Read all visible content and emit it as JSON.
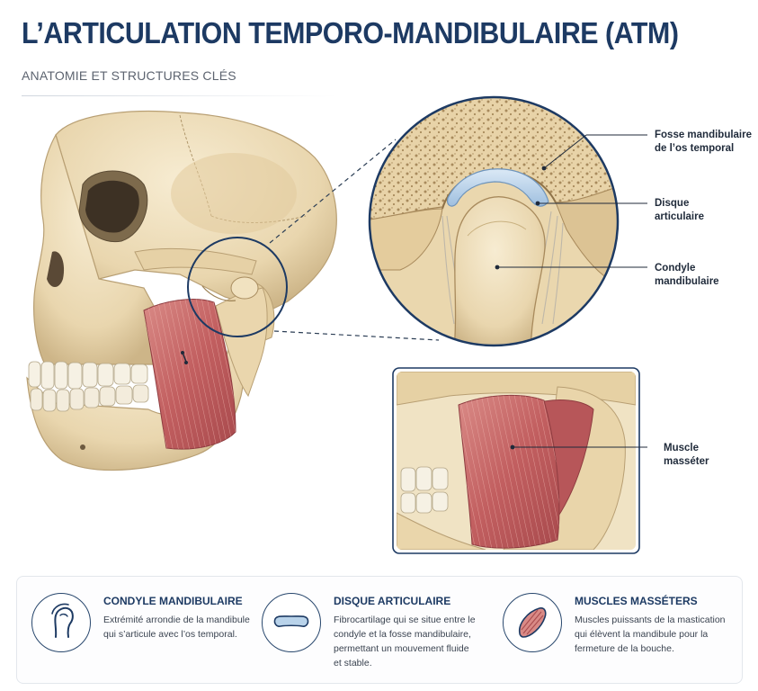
{
  "header": {
    "title": "L’ARTICULATION TEMPORO-MANDIBULAIRE (ATM)",
    "subtitle": "ANATOMIE ET STRUCTURES CLÉS"
  },
  "labels": {
    "fosse": [
      "Fosse mandibulaire",
      "de l’os temporal"
    ],
    "disque": [
      "Disque",
      "articulaire"
    ],
    "condyle": [
      "Condyle",
      "mandibulaire"
    ],
    "muscle": [
      "Muscle",
      "masséter"
    ]
  },
  "cards": [
    {
      "icon": "condyle-icon",
      "title": "CONDYLE MANDIBULAIRE",
      "lines": [
        "Extrémité arrondie de la mandibule",
        "qui s’articule avec l’os temporal."
      ]
    },
    {
      "icon": "disc-icon",
      "title": "DISQUE ARTICULAIRE",
      "lines": [
        "Fibrocartilage qui se situe entre le",
        "condyle et la fosse mandibulaire,",
        "permettant un mouvement fluide",
        "et stable."
      ]
    },
    {
      "icon": "muscle-icon",
      "title": "MUSCLES MASSÉTERS",
      "lines": [
        "Muscles puissants de la mastication",
        "qui élèvent la mandibule pour la",
        "fermeture de la bouche."
      ]
    }
  ],
  "colors": {
    "navy": "#1d3a63",
    "bone": "#ecdcb8",
    "bone_shadow": "#c9b48a",
    "muscle": "#c8696a",
    "disc": "#b9d3ea"
  }
}
